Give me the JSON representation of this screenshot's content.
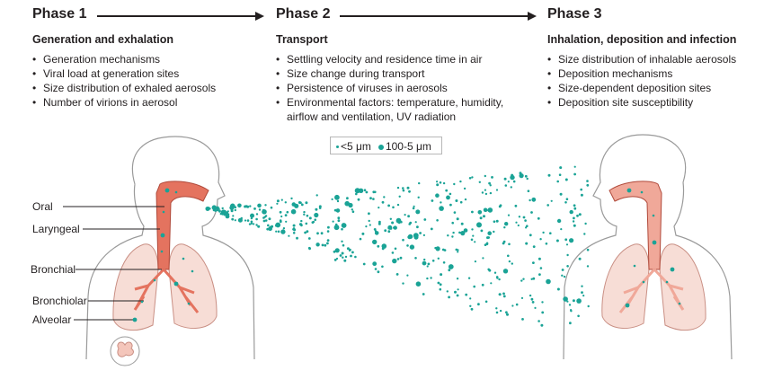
{
  "phases": [
    {
      "title": "Phase 1",
      "subtitle": "Generation and exhalation",
      "bullets": [
        "Generation mechanisms",
        "Viral load at generation sites",
        "Size distribution of exhaled aerosols",
        "Number of virions in aerosol"
      ]
    },
    {
      "title": "Phase 2",
      "subtitle": "Transport",
      "bullets": [
        "Settling velocity and residence time in air",
        "Size change during transport",
        "Persistence of viruses in aerosols",
        "Environmental factors: temperature, humidity, airflow and ventilation, UV radiation"
      ]
    },
    {
      "title": "Phase 3",
      "subtitle": "Inhalation, deposition and infection",
      "bullets": [
        "Size distribution of inhalable aerosols",
        "Deposition mechanisms",
        "Size-dependent deposition sites",
        "Deposition site susceptibility"
      ]
    }
  ],
  "legend": {
    "small": "<5 μm",
    "large": "100-5 μm"
  },
  "sites": [
    "Oral",
    "Laryngeal",
    "Bronchial",
    "Bronchiolar",
    "Alveolar"
  ],
  "colors": {
    "aerosol": "#1aa396",
    "airway": "#e4735f",
    "lung": "#f7ddd6",
    "lung_stroke": "#c98f84",
    "outline": "#9a9a9a",
    "text": "#231f20"
  }
}
